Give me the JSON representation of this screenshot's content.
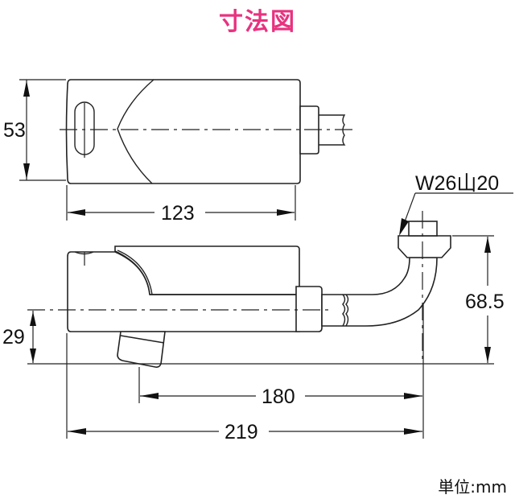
{
  "title": "寸法図",
  "title_color": "#e8327f",
  "unit_label": "単位:mm",
  "dimensions": {
    "top_view_height": "53",
    "top_view_width": "123",
    "thread_spec": "W26山20",
    "side_height": "68.5",
    "center_height": "29",
    "spout_to_inlet": "180",
    "overall_length": "219"
  }
}
